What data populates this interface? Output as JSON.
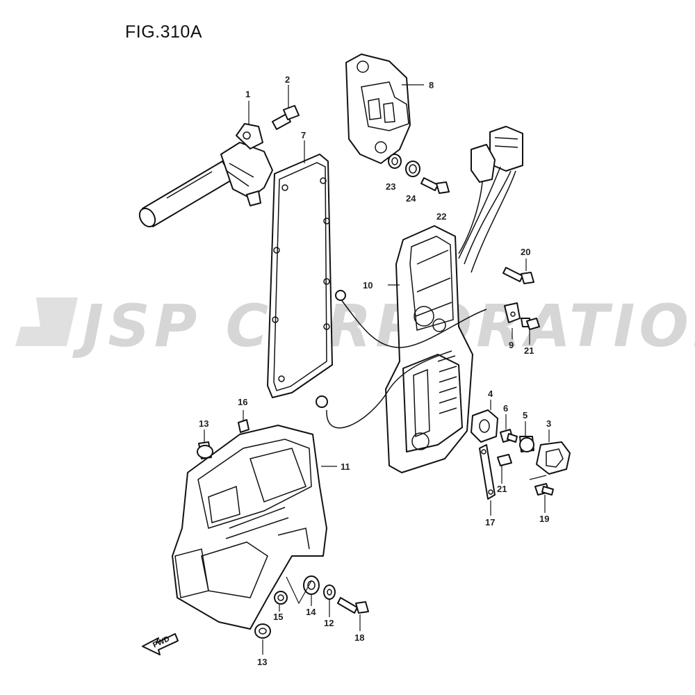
{
  "figure": {
    "title": "FIG.310A"
  },
  "watermark": {
    "text": "JSP CORPORATION",
    "color": "#d6d6d6"
  },
  "direction_badge": {
    "text": "FWD"
  },
  "callouts": [
    "1",
    "2",
    "7",
    "8",
    "23",
    "24",
    "22",
    "20",
    "10",
    "9",
    "21",
    "16",
    "13",
    "11",
    "4",
    "6",
    "5",
    "3",
    "21",
    "19",
    "17",
    "15",
    "14",
    "12",
    "18",
    "13"
  ]
}
